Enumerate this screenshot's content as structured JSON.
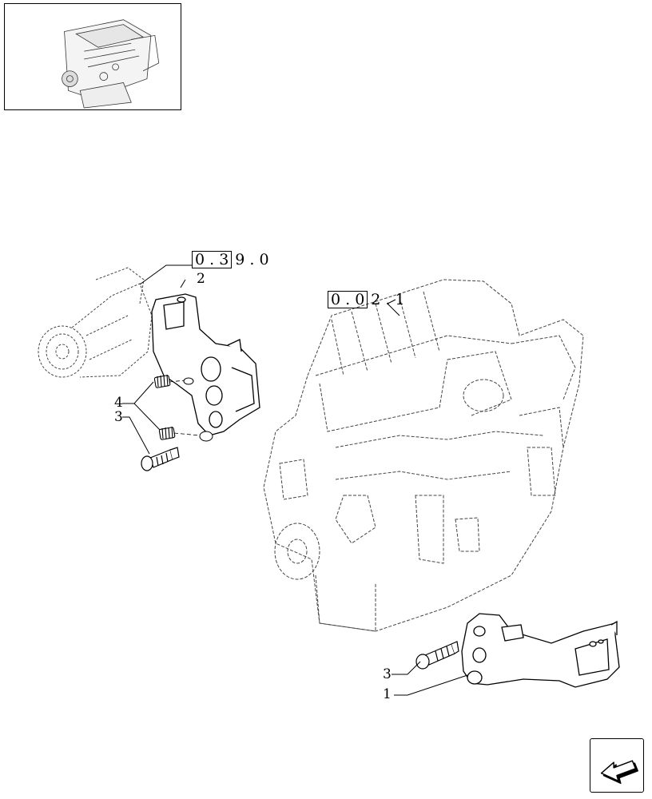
{
  "references": {
    "ref_a": {
      "boxed": "0 . 3",
      "rest": "9 . 0"
    },
    "ref_b": {
      "boxed": "0 . 0",
      "rest": "2 . 1"
    }
  },
  "callouts": {
    "upper_2": "2",
    "upper_4": "4",
    "upper_3": "3",
    "lower_3": "3",
    "lower_1": "1"
  },
  "icons": {
    "thumbnail": "engine-thumbnail-icon",
    "nav": "previous-page-arrow-icon"
  }
}
